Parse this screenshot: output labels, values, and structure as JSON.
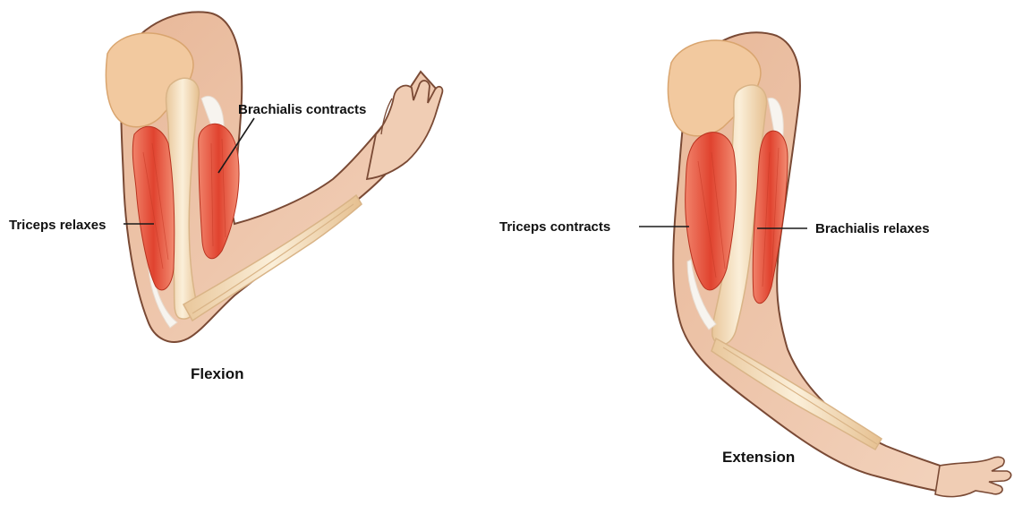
{
  "panels": [
    {
      "caption": "Flexion",
      "labels": {
        "upper": "Brachialis contracts",
        "left": "Triceps relaxes"
      }
    },
    {
      "caption": "Extension",
      "labels": {
        "left": "Triceps contracts",
        "right": "Brachialis relaxes"
      }
    }
  ],
  "colors": {
    "skin": "#efc9ae",
    "skin_outline": "#7a4a35",
    "bone": "#f5e0bf",
    "bone_outline": "#d9b487",
    "muscle": "#e4503a",
    "muscle_light": "#f07a5e",
    "tendon": "#f7f4ef"
  }
}
